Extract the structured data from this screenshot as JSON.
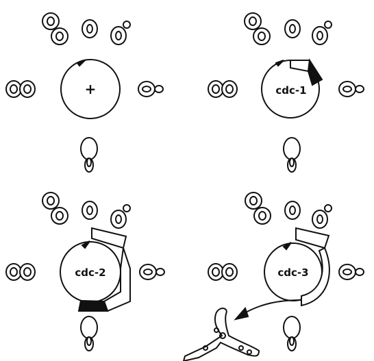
{
  "panels": [
    {
      "id": "wild-type",
      "label": "+"
    },
    {
      "id": "cdc-1",
      "label": "cdc-1"
    },
    {
      "id": "cdc-2",
      "label": "cdc-2"
    },
    {
      "id": "cdc-3",
      "label": "cdc-3"
    }
  ]
}
